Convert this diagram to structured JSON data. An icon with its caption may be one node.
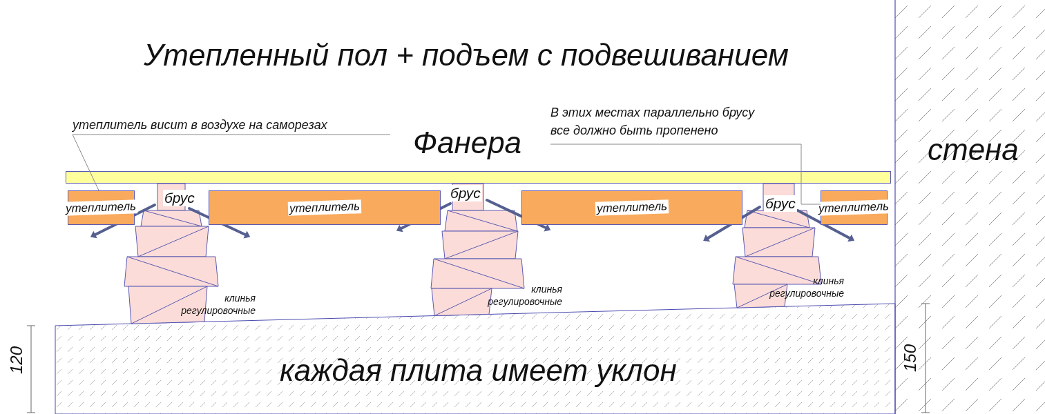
{
  "diagram": {
    "title": "Утепленный пол + подъем с подвешиванием",
    "nodes": [
      {
        "text": [
          "утеплитель висит в воздухе на саморезах"
        ]
      },
      {
        "text": [
          "В этих местах параллельно брусу все должно быть пропенено"
        ]
      },
      {
        "text": [
          "утеплитель"
        ]
      },
      {
        "text": [
          "утеплитель"
        ]
      },
      {
        "text": [
          "утеплитель"
        ]
      },
      {
        "text": [
          "утеплитель"
        ]
      },
      {
        "text": [],
        "shape": "bar"
      }
    ],
    "edges": [
      {
        "from": 0,
        "to": 2,
        "arrow": "none"
      },
      {
        "from": 1,
        "to": 5,
        "arrow": "none"
      }
    ],
    "labels": [
      "Фанера",
      "стена",
      "брус",
      "брус",
      "брус",
      "клинья регулировочные",
      "клинья регулировочные",
      "клинья регулировочные",
      "120",
      "каждая плита имеет уклон",
      "150"
    ]
  }
}
